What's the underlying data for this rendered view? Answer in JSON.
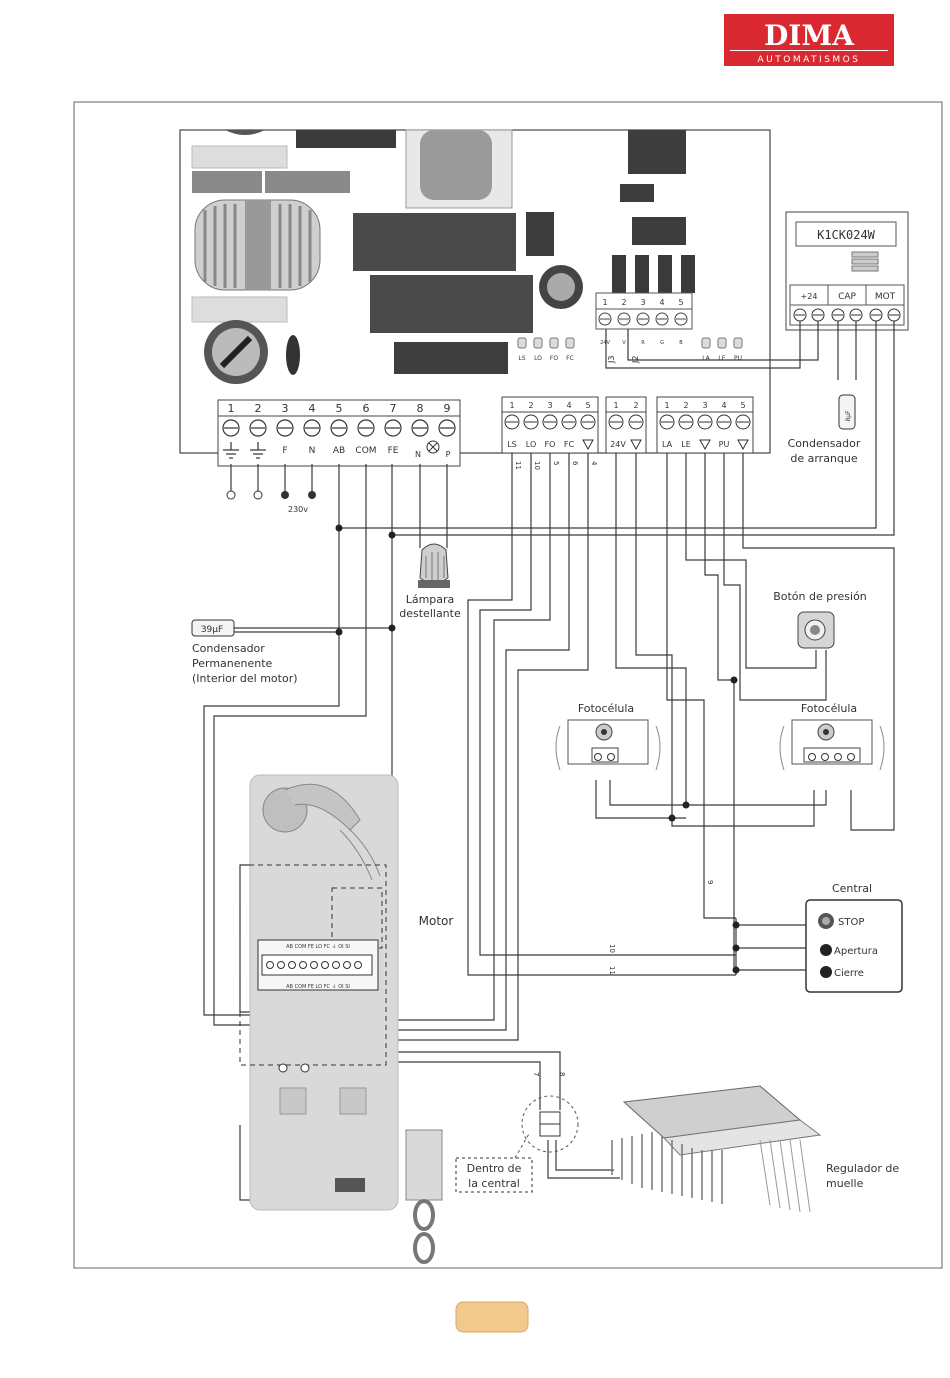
{
  "brand": {
    "name": "DIMA",
    "tagline": "AUTOMATISMOS",
    "color": "#d9282f"
  },
  "board": {
    "module": "K1CK024W",
    "main_terminals": [
      "1",
      "2",
      "3",
      "4",
      "5",
      "6",
      "7",
      "8",
      "9"
    ],
    "main_labels": [
      "F",
      "N",
      "AB",
      "COM",
      "FE",
      "N",
      "P"
    ],
    "supply": "230v",
    "input_block_a": {
      "numbers": [
        "1",
        "2",
        "3",
        "4",
        "5"
      ],
      "labels": [
        "LS",
        "LO",
        "FO",
        "FC"
      ]
    },
    "input_block_b": {
      "numbers": [
        "1",
        "2"
      ],
      "labels": [
        "24V"
      ]
    },
    "input_block_c": {
      "numbers": [
        "1",
        "2",
        "3",
        "4",
        "5"
      ],
      "labels": [
        "LA",
        "LE",
        "PU"
      ]
    },
    "j3_numbers": [
      "1",
      "2",
      "3",
      "4",
      "5"
    ],
    "j3_pins": [
      "24V",
      "V",
      "R",
      "G",
      "B"
    ],
    "j3_name": "J3",
    "j2_name": "J2",
    "led_left": [
      "LS",
      "LO",
      "FO",
      "FC"
    ],
    "led_right": [
      "LA",
      "LE",
      "PU"
    ],
    "module_terminals": [
      "+24",
      "CAP",
      "MOT"
    ],
    "wire_numbers": [
      "11",
      "10",
      "5",
      "6",
      "4",
      "9",
      "7",
      "8"
    ]
  },
  "labels": {
    "start_capacitor": [
      "Condensador",
      "de arranque"
    ],
    "start_capacitor_value": "8µF",
    "lamp": [
      "Lámpara",
      "destellante"
    ],
    "perm_capacitor_value": "39µF",
    "perm_capacitor": [
      "Condensador",
      "Permanenente",
      "(Interior del motor)"
    ],
    "push_button": "Botón de presión",
    "photocell_left": "Fotocélula",
    "photocell_right": "Fotocélula",
    "motor": "Motor",
    "central": "Central",
    "central_buttons": [
      "STOP",
      "Apertura",
      "Cierre"
    ],
    "inside_central": [
      "Dentro de",
      "la central"
    ],
    "spring_regulator": [
      "Regulador de",
      "muelle"
    ],
    "motor_board_top": "AB COM FE LO FC ⏚ OI SI",
    "motor_board_bottom": "AB COM FE LO FC ⏚ OI SI"
  },
  "footer": {
    "page_badge_color": "#f1c98d"
  }
}
